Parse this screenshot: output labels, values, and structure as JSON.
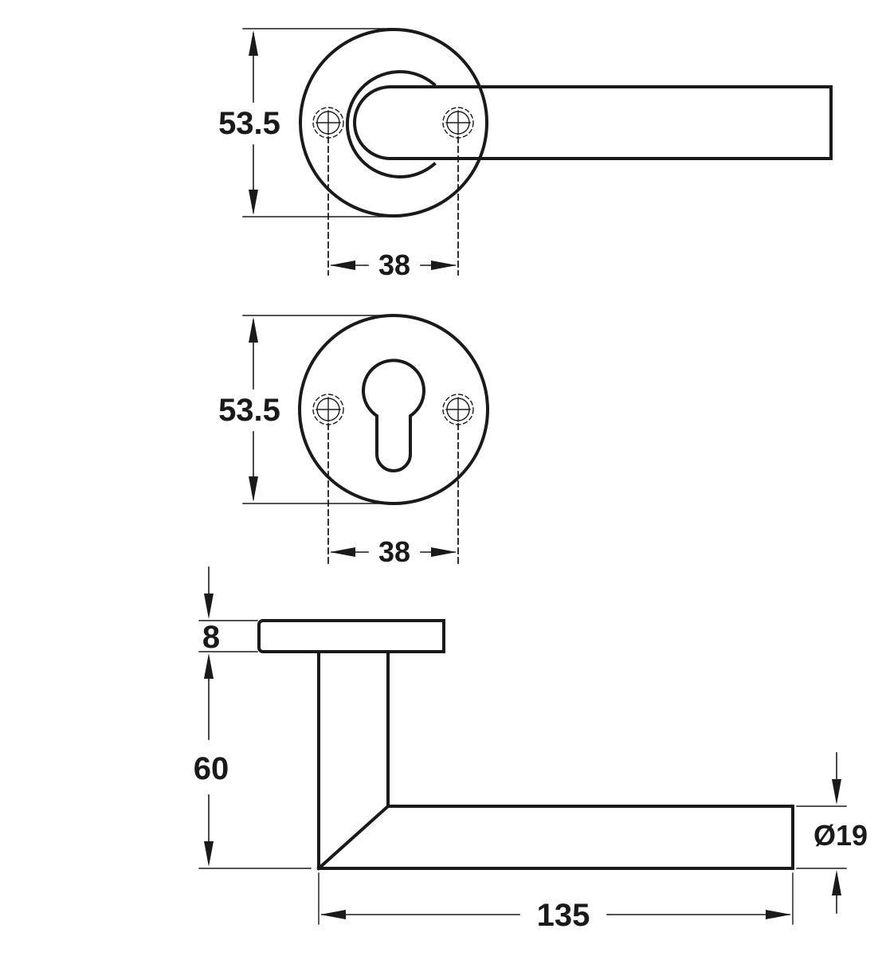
{
  "views": {
    "handle_top": {
      "dim_height": "53.5",
      "dim_fixing_centres": "38"
    },
    "escutcheon": {
      "dim_height": "53.5",
      "dim_fixing_centres": "38"
    },
    "handle_side": {
      "dim_rose_thickness": "8",
      "dim_handle_height": "60",
      "dim_bar_diameter": "Ø19",
      "dim_projection": "135"
    }
  }
}
